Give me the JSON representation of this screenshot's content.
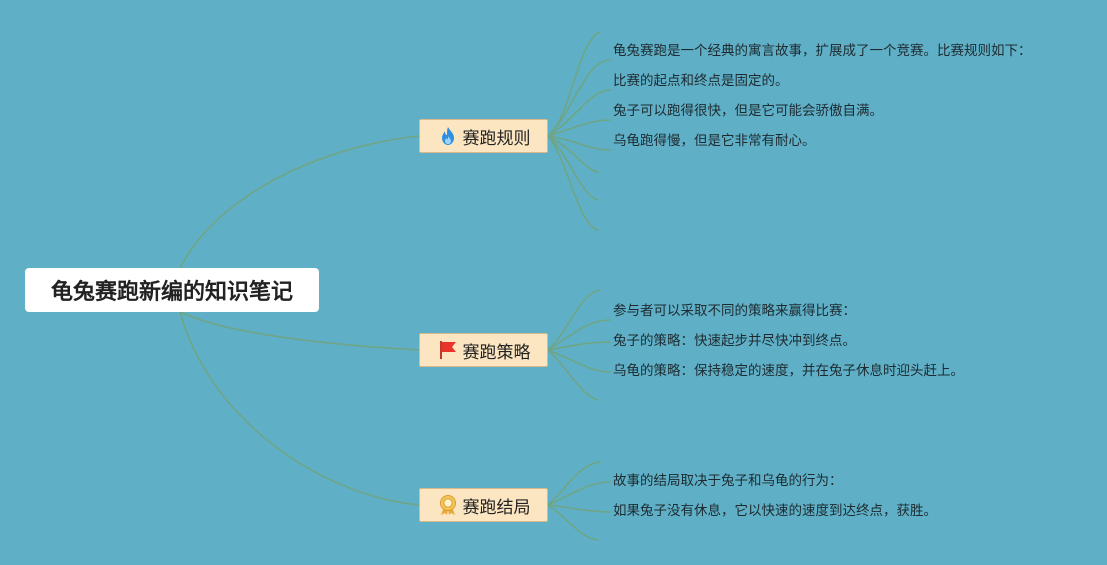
{
  "root": {
    "title": "龟兔赛跑新编的知识笔记"
  },
  "branches": [
    {
      "label": "赛跑规则",
      "icon": "flame-icon",
      "items": [
        "龟兔赛跑是一个经典的寓言故事，扩展成了一个竞赛。比赛规则如下：",
        "比赛的起点和终点是固定的。",
        "兔子可以跑得很快，但是它可能会骄傲自满。",
        "乌龟跑得慢，但是它非常有耐心。"
      ]
    },
    {
      "label": "赛跑策略",
      "icon": "red-flag-icon",
      "items": [
        "参与者可以采取不同的策略来赢得比赛：",
        "兔子的策略：快速起步并尽快冲到终点。",
        "乌龟的策略：保持稳定的速度，并在兔子休息时迎头赶上。"
      ]
    },
    {
      "label": "赛跑结局",
      "icon": "award-medal-icon",
      "items": [
        "故事的结局取决于兔子和乌龟的行为：",
        "如果兔子没有休息，它以快速的速度到达终点，获胜。"
      ]
    }
  ],
  "colors": {
    "background": "#5fb0c7",
    "connector": "#6fa585",
    "branch_fill": "#fce6c2",
    "root_fill": "#ffffff"
  }
}
